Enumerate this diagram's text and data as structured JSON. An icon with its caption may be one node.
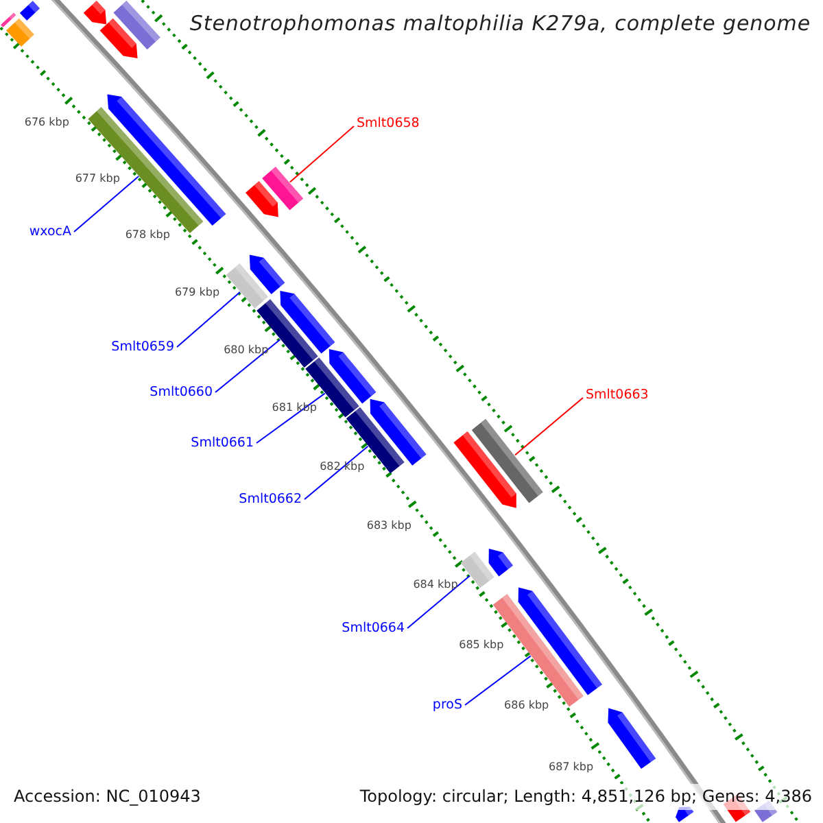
{
  "diagram": {
    "title": "Stenotrophomonas maltophilia K279a, complete genome",
    "nodes": [
      {
        "text": [],
        "shape": "bar"
      },
      {
        "text": [],
        "shape": "bar"
      },
      {
        "text": [],
        "shape": "bar"
      },
      {
        "text": [],
        "shape": "bar"
      },
      {
        "text": [],
        "shape": "bar"
      },
      {
        "text": [],
        "shape": "bar"
      },
      {
        "text": [
          "wxocA"
        ]
      },
      {
        "text": [],
        "shape": "bar"
      },
      {
        "text": [],
        "shape": "bar"
      },
      {
        "text": [
          "Smlt0658"
        ]
      },
      {
        "text": [],
        "shape": "bar"
      },
      {
        "text": [],
        "shape": "bar"
      },
      {
        "text": [
          "Smlt0659"
        ]
      },
      {
        "text": [],
        "shape": "bar"
      },
      {
        "text": [],
        "shape": "bar"
      },
      {
        "text": [
          "Smlt0660"
        ]
      },
      {
        "text": [],
        "shape": "bar"
      },
      {
        "text": [],
        "shape": "bar"
      },
      {
        "text": [
          "Smlt0661"
        ]
      },
      {
        "text": [],
        "shape": "bar"
      },
      {
        "text": [],
        "shape": "bar"
      },
      {
        "text": [
          "Smlt0662"
        ]
      },
      {
        "text": [],
        "shape": "bar"
      },
      {
        "text": [],
        "shape": "bar"
      },
      {
        "text": [
          "Smlt0663"
        ]
      },
      {
        "text": [],
        "shape": "bar"
      },
      {
        "text": [],
        "shape": "bar"
      },
      {
        "text": [
          "Smlt0664"
        ]
      },
      {
        "text": [],
        "shape": "bar"
      },
      {
        "text": [],
        "shape": "bar"
      },
      {
        "text": [
          "proS"
        ]
      },
      {
        "text": [],
        "shape": "bar"
      },
      {
        "text": [],
        "shape": "bar"
      },
      {
        "text": [],
        "shape": "bar"
      },
      {
        "text": [],
        "shape": "bar"
      },
      {
        "text": [],
        "shape": "bar"
      },
      {
        "text": [],
        "shape": "bar"
      }
    ],
    "edges": [
      {
        "from": 6,
        "to": 7,
        "arrow": "none"
      },
      {
        "from": 9,
        "to": 11,
        "arrow": "none",
        "color": "#ff0000"
      },
      {
        "from": 12,
        "to": 13,
        "arrow": "none"
      },
      {
        "from": 15,
        "to": 16,
        "arrow": "none"
      },
      {
        "from": 18,
        "to": 19,
        "arrow": "none"
      },
      {
        "from": 21,
        "to": 22,
        "arrow": "none"
      },
      {
        "from": 24,
        "to": 26,
        "arrow": "none",
        "color": "#ff0000"
      },
      {
        "from": 27,
        "to": 28,
        "arrow": "none"
      },
      {
        "from": 30,
        "to": 31,
        "arrow": "none"
      }
    ],
    "labels": [
      "676 kbp",
      "677 kbp",
      "678 kbp",
      "679 kbp",
      "680 kbp",
      "681 kbp",
      "682 kbp",
      "683 kbp",
      "684 kbp",
      "685 kbp",
      "686 kbp",
      "687 kbp",
      "Accession: NC_010943",
      "Topology: circular; Length: 4,851,126 bp; Genes: 4,386"
    ]
  }
}
